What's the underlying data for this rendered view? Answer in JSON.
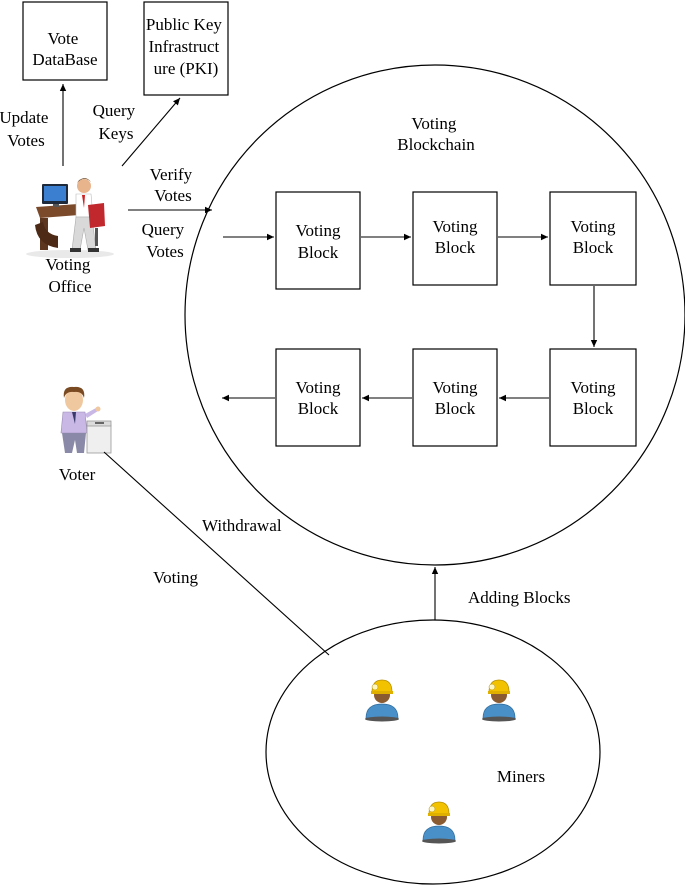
{
  "boxes": {
    "vote_database": [
      "Vote",
      "DataBase"
    ],
    "pki": [
      "Public Key",
      "Infrastruct",
      "ure (PKI)"
    ]
  },
  "edge_labels": {
    "update_votes": [
      "Update",
      "Votes"
    ],
    "query_keys": [
      "Query",
      "Keys"
    ],
    "verify_votes": [
      "Verify",
      "Votes"
    ],
    "query_votes": [
      "Query",
      "Votes"
    ],
    "withdrawal": "Withdrawal",
    "voting": "Voting",
    "adding_blocks": "Adding Blocks"
  },
  "actors": {
    "voting_office": [
      "Voting",
      "Office"
    ],
    "voter": "Voter",
    "miners": "Miners"
  },
  "blockchain": {
    "title": [
      "Voting",
      "Blockchain"
    ],
    "blocks": [
      [
        "Voting",
        "Block"
      ],
      [
        "Voting",
        "Block"
      ],
      [
        "Voting",
        "Block"
      ],
      [
        "Voting",
        "Block"
      ],
      [
        "Voting",
        "Block"
      ],
      [
        "Voting",
        "Block"
      ]
    ]
  },
  "colors": {
    "stroke": "#000000",
    "helmet": "#f2c200",
    "miner_shirt": "#4a90c8",
    "voter_shirt": "#c9b8e6"
  },
  "icons": {
    "voting_office": "office-worker-at-desk-icon",
    "voter": "voter-with-ballot-box-icon",
    "miner": "miner-icon"
  }
}
